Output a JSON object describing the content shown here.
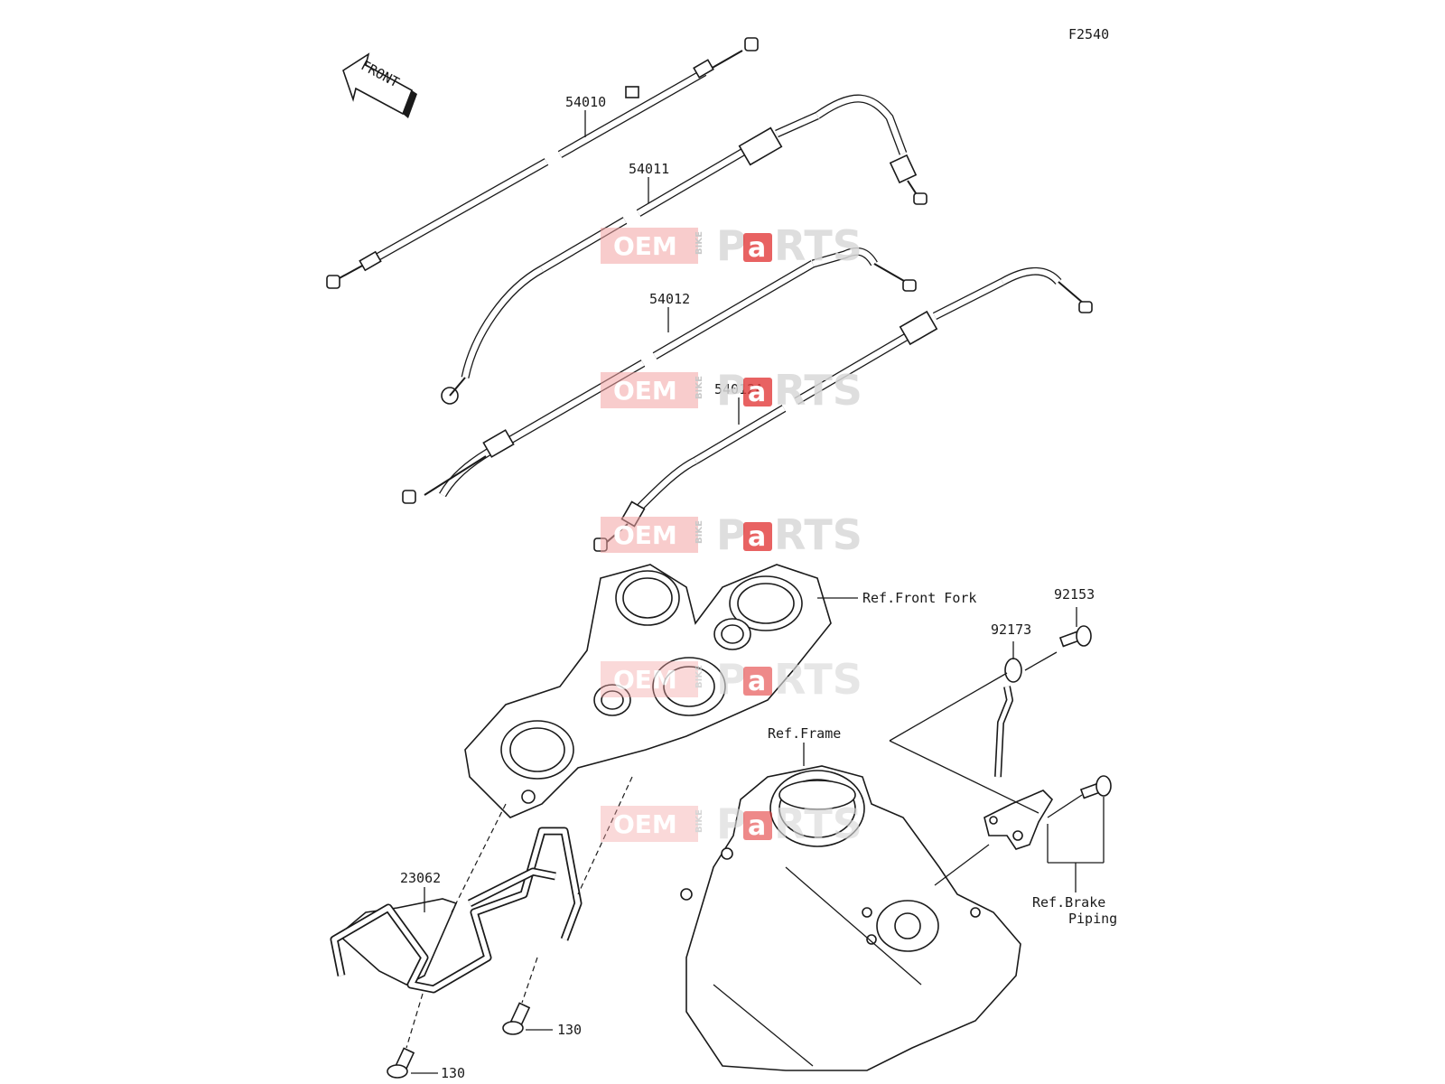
{
  "figure_code": "F2540",
  "front_label": "FRONT",
  "callouts": {
    "c54010": "54010",
    "c54011": "54011",
    "c54012": "54012",
    "c54012a": "54012A",
    "c23062": "23062",
    "c130a": "130",
    "c130b": "130",
    "c92153": "92153",
    "c92173": "92173"
  },
  "references": {
    "front_fork": "Ref.Front Fork",
    "frame": "Ref.Frame",
    "brake_line1": "Ref.Brake",
    "brake_line2": "Piping"
  },
  "watermark": {
    "oem": "OEM",
    "bike": "BIKE",
    "p": "P",
    "a": "a",
    "rts": "RTS",
    "accent_color": "#e23b3b"
  }
}
